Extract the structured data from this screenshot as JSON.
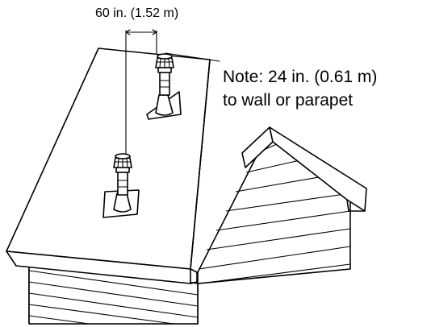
{
  "diagram": {
    "dimension_label": "60 in. (1.52 m)",
    "note_line1": "Note: 24 in. (0.61 m)",
    "note_line2": "to wall or parapet"
  }
}
